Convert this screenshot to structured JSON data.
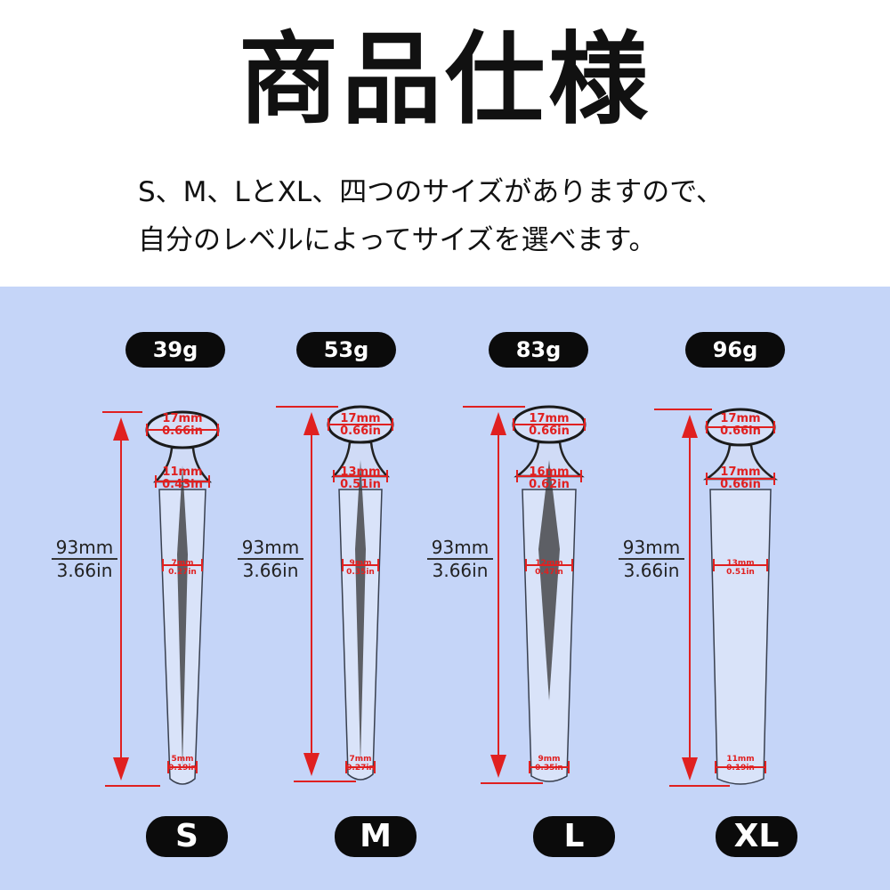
{
  "title": "商品仕様",
  "description": [
    "S、M、LとXL、四つのサイズがありますので、",
    "自分のレベルによってサイズを選べます。"
  ],
  "colors": {
    "background_top": "#ffffff",
    "background_bottom": "#c5d5f8",
    "pill": "#0b0b0b",
    "measure": "#e02020"
  },
  "length": {
    "mm": "93mm",
    "in": "3.66in"
  },
  "products": [
    {
      "size": "S",
      "weight": "39g",
      "head": [
        "17mm",
        "0.66in"
      ],
      "collar": [
        "11mm",
        "0.43in"
      ],
      "mid": [
        "7mm",
        "0.27in"
      ],
      "tip": [
        "5mm",
        "0.19in"
      ]
    },
    {
      "size": "M",
      "weight": "53g",
      "head": [
        "17mm",
        "0.66in"
      ],
      "collar": [
        "13mm",
        "0.51in"
      ],
      "mid": [
        "9mm",
        "0.35in"
      ],
      "tip": [
        "7mm",
        "0.27in"
      ]
    },
    {
      "size": "L",
      "weight": "83g",
      "head": [
        "17mm",
        "0.66in"
      ],
      "collar": [
        "16mm",
        "0.62in"
      ],
      "mid": [
        "12mm",
        "0.47in"
      ],
      "tip": [
        "9mm",
        "0.35in"
      ]
    },
    {
      "size": "XL",
      "weight": "96g",
      "head": [
        "17mm",
        "0.66in"
      ],
      "collar": [
        "17mm",
        "0.66in"
      ],
      "mid": [
        "13mm",
        "0.51in"
      ],
      "tip": [
        "11mm",
        "0.19in"
      ]
    }
  ]
}
